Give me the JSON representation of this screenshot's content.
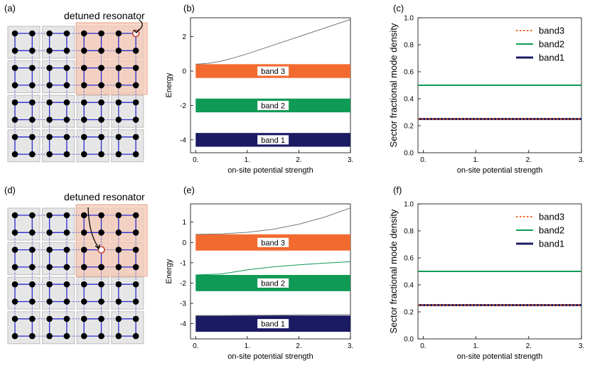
{
  "panel_labels": [
    "(a)",
    "(b)",
    "(c)",
    "(d)",
    "(e)",
    "(f)"
  ],
  "annotations": {
    "detuned": "detuned resonator"
  },
  "colors": {
    "band3": "#f26a2e",
    "band2": "#0f9a55",
    "band1": "#1b1b64",
    "curve": "#777777",
    "curve_green": "#0f9a55",
    "sector_shade": "#f5c9b5",
    "cell_bg": "#e6e6e6",
    "node": "#000000",
    "bond_strong": "#2b2bd0",
    "bond_weak": "#5a5ad8",
    "detuned_node": "#c0392b"
  },
  "lattice": {
    "rows": 8,
    "cols": 8
  },
  "chart_data": [
    {
      "panel": "(b)",
      "type": "area",
      "xlabel": "on-site potential strength",
      "ylabel": "Energy",
      "xlim": [
        -0.1,
        3.0
      ],
      "ylim": [
        -4.75,
        3.1
      ],
      "xticks": [
        0,
        1,
        2,
        3
      ],
      "xtick_labels": [
        "0.",
        "1.",
        "2.",
        "3."
      ],
      "yticks": [
        -4,
        -2,
        0,
        2
      ],
      "ytick_labels": [
        "-4",
        "-2",
        "0",
        "2"
      ],
      "bands": [
        {
          "name": "band 3",
          "ymin": -0.4,
          "ymax": 0.4
        },
        {
          "name": "band 2",
          "ymin": -2.4,
          "ymax": -1.6
        },
        {
          "name": "band 1",
          "ymin": -4.4,
          "ymax": -3.6
        }
      ],
      "lines": [
        {
          "x": [
            0,
            0.25,
            0.5,
            0.75,
            1.0,
            1.5,
            2.0,
            2.5,
            3.0
          ],
          "y": [
            0.4,
            0.45,
            0.58,
            0.78,
            1.0,
            1.5,
            2.0,
            2.5,
            3.0
          ],
          "color": "grey"
        }
      ]
    },
    {
      "panel": "(c)",
      "type": "line",
      "xlabel": "on-site potential strength",
      "ylabel": "Sector fractional mode density",
      "xlim": [
        -0.1,
        3.0
      ],
      "ylim": [
        0,
        1.0
      ],
      "xticks": [
        0,
        1,
        2,
        3
      ],
      "xtick_labels": [
        "0.",
        "1.",
        "2.",
        "3."
      ],
      "yticks": [
        0,
        0.2,
        0.4,
        0.6,
        0.8,
        1.0
      ],
      "ytick_labels": [
        "0.0",
        "0.2",
        "0.4",
        "0.6",
        "0.8",
        "1.0"
      ],
      "legend_position": "top-right",
      "series": [
        {
          "name": "band3",
          "x": [
            -0.1,
            3.0
          ],
          "y": [
            0.25,
            0.25
          ],
          "style": "dotted"
        },
        {
          "name": "band2",
          "x": [
            -0.1,
            3.0
          ],
          "y": [
            0.5,
            0.5
          ],
          "style": "solid"
        },
        {
          "name": "band1",
          "x": [
            -0.1,
            3.0
          ],
          "y": [
            0.25,
            0.25
          ],
          "style": "solid"
        }
      ]
    },
    {
      "panel": "(e)",
      "type": "area",
      "xlabel": "on-site potential strength",
      "ylabel": "Energy",
      "xlim": [
        -0.1,
        3.0
      ],
      "ylim": [
        -4.75,
        1.9
      ],
      "xticks": [
        0,
        1,
        2,
        3
      ],
      "xtick_labels": [
        "0.",
        "1.",
        "2.",
        "3."
      ],
      "yticks": [
        -4,
        -3,
        -2,
        -1,
        0,
        1
      ],
      "ytick_labels": [
        "-4",
        "-3",
        "-2",
        "-1",
        "0",
        "1"
      ],
      "bands": [
        {
          "name": "band 3",
          "ymin": -0.4,
          "ymax": 0.4
        },
        {
          "name": "band 2",
          "ymin": -2.4,
          "ymax": -1.6
        },
        {
          "name": "band 1",
          "ymin": -4.4,
          "ymax": -3.6
        }
      ],
      "lines": [
        {
          "x": [
            0,
            0.5,
            1.0,
            1.5,
            2.0,
            2.5,
            3.0
          ],
          "y": [
            0.4,
            0.42,
            0.5,
            0.65,
            0.9,
            1.25,
            1.7
          ],
          "color": "grey"
        },
        {
          "x": [
            0,
            0.5,
            1.0,
            1.5,
            2.0,
            2.5,
            3.0
          ],
          "y": [
            -1.6,
            -1.55,
            -1.35,
            -1.2,
            -1.1,
            -1.02,
            -0.95
          ],
          "color": "green"
        },
        {
          "x": [
            0,
            0.5,
            1.0,
            1.5,
            2.0,
            2.5,
            3.0
          ],
          "y": [
            -3.6,
            -3.6,
            -3.59,
            -3.58,
            -3.57,
            -3.56,
            -3.55
          ],
          "color": "grey"
        }
      ]
    },
    {
      "panel": "(f)",
      "type": "line",
      "xlabel": "on-site potential strength",
      "ylabel": "Sector fractional mode density",
      "xlim": [
        -0.1,
        3.0
      ],
      "ylim": [
        0,
        1.0
      ],
      "xticks": [
        0,
        1,
        2,
        3
      ],
      "xtick_labels": [
        "0.",
        "1.",
        "2.",
        "3."
      ],
      "yticks": [
        0,
        0.2,
        0.4,
        0.6,
        0.8,
        1.0
      ],
      "ytick_labels": [
        "0.0",
        "0.2",
        "0.4",
        "0.6",
        "0.8",
        "1.0"
      ],
      "legend_position": "top-right",
      "series": [
        {
          "name": "band3",
          "x": [
            -0.1,
            3.0
          ],
          "y": [
            0.25,
            0.25
          ],
          "style": "dotted"
        },
        {
          "name": "band2",
          "x": [
            -0.1,
            3.0
          ],
          "y": [
            0.5,
            0.5
          ],
          "style": "solid"
        },
        {
          "name": "band1",
          "x": [
            -0.1,
            3.0
          ],
          "y": [
            0.25,
            0.25
          ],
          "style": "solid"
        }
      ]
    }
  ]
}
